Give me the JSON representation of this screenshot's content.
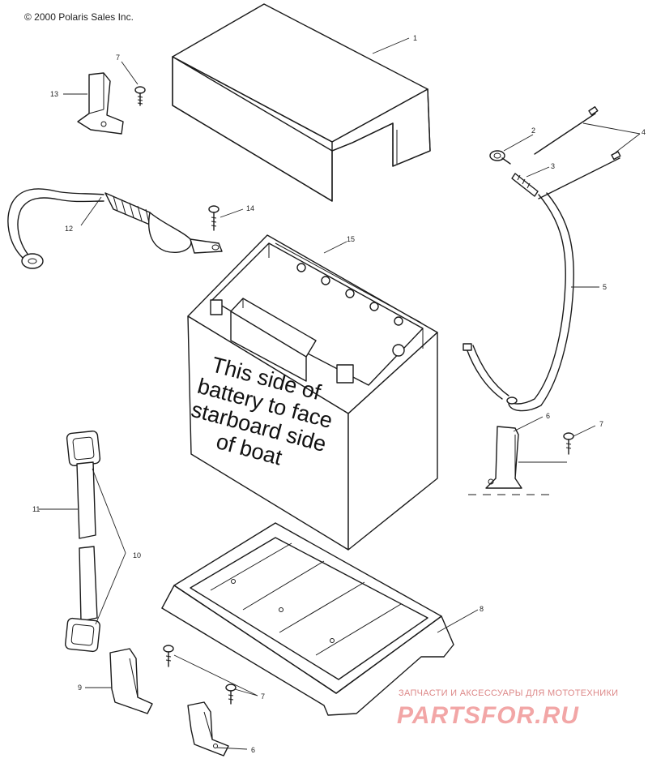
{
  "copyright": "© 2000 Polaris Sales Inc.",
  "battery_label": [
    "This side of",
    "battery to face",
    "starboard side",
    "of boat"
  ],
  "callouts": {
    "c1": "1",
    "c2": "2",
    "c3": "3",
    "c4": "4",
    "c5": "5",
    "c6a": "6",
    "c6b": "6",
    "c7a": "7",
    "c7b": "7",
    "c7c": "7",
    "c8": "8",
    "c9": "9",
    "c10": "10",
    "c11": "11",
    "c12": "12",
    "c13": "13",
    "c14": "14",
    "c15": "15"
  },
  "watermark": {
    "subtitle": "ЗАПЧАСТИ И АКСЕССУАРЫ ДЛЯ МОТОТЕХНИКИ",
    "brand": "PARTSFOR.RU"
  }
}
